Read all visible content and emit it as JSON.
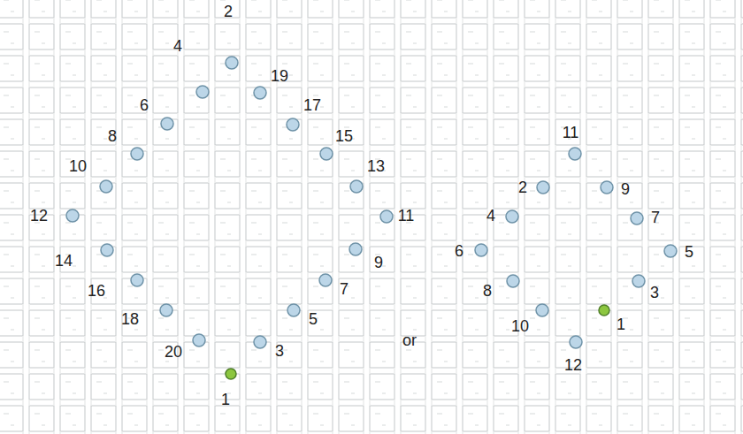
{
  "diagram": {
    "labels": [
      "2",
      "4",
      "19",
      "6",
      "17",
      "8",
      "15",
      "10",
      "13",
      "12",
      "11",
      "14",
      "9",
      "16",
      "7",
      "18",
      "5",
      "20",
      "3",
      "1",
      "or",
      "11",
      "2",
      "9",
      "4",
      "7",
      "6",
      "5",
      "8",
      "3",
      "10",
      "1",
      "12"
    ]
  }
}
